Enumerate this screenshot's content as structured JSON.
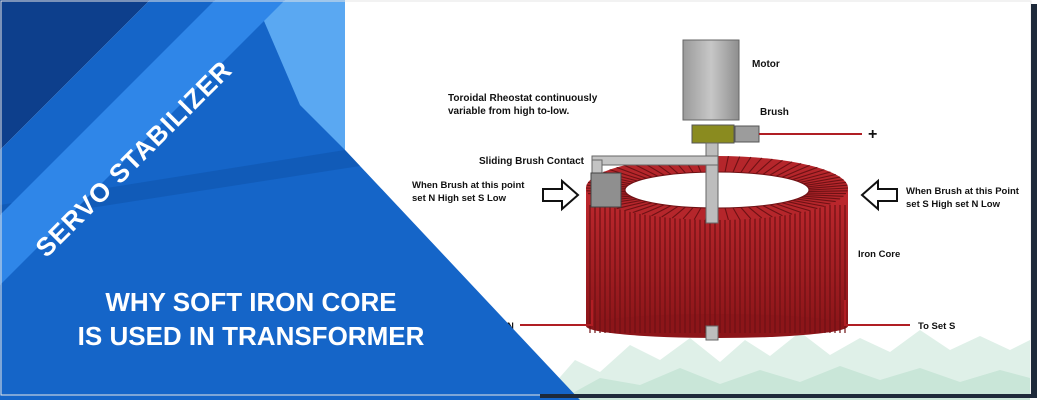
{
  "banner": {
    "ribbon_text": "SERVO STABILIZER",
    "headline_line1": "WHY SOFT IRON CORE",
    "headline_line2": "IS USED IN TRANSFORMER"
  },
  "diagram": {
    "labels": {
      "motor": "Motor",
      "brush": "Brush",
      "rheostat_line1": "Toroidal Rheostat continuously",
      "rheostat_line2": "variable from high to-low.",
      "sliding_contact": "Sliding Brush Contact",
      "left_note_line1": "When Brush at this point",
      "left_note_line2": "set N High set S Low",
      "right_note_line1": "When Brush at this Point",
      "right_note_line2": "set S High set N Low",
      "iron_core": "Iron Core",
      "plus": "+",
      "to_set_n": "N",
      "to_set_s": "To Set S"
    }
  },
  "colors": {
    "banner_blue": "#1565c8",
    "banner_dark": "#0d3f8c",
    "ribbon_light": "#2f86e8",
    "panel_light": "#5aa8f2",
    "coil_red": "#b5262b",
    "coil_dark": "#6e1114",
    "wire_red": "#b01e24"
  }
}
